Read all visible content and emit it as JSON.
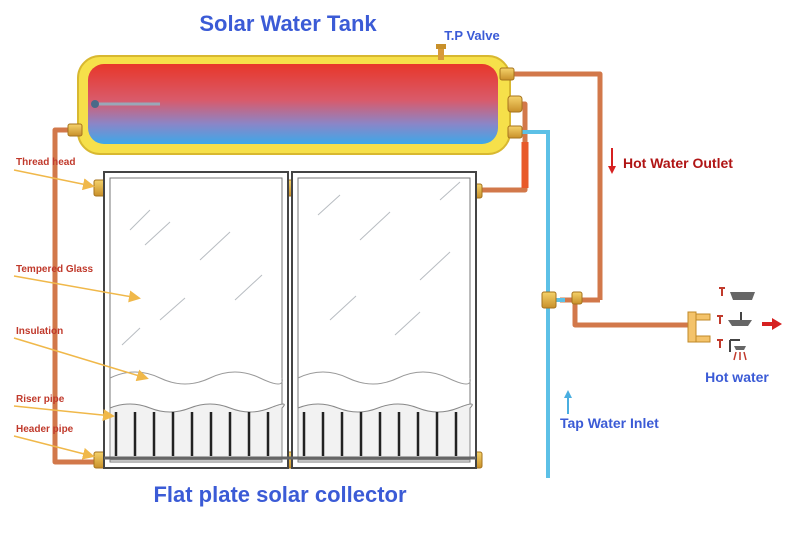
{
  "title": "Solar Water Tank",
  "valve_label": "T.P Valve",
  "hot_outlet_label": "Hot Water Outlet",
  "tap_inlet_label": "Tap Water Inlet",
  "hot_water_label": "Hot water",
  "collector_caption": "Flat plate solar collector",
  "part_labels": {
    "thread_head": "Thread head",
    "tempered_glass": "Tempered Glass",
    "insulation": "Insulation",
    "riser_pipe": "Riser pipe",
    "header_pipe": "Header pipe"
  },
  "colors": {
    "tank_hot": "#e8362a",
    "tank_cold": "#3da8e8",
    "tank_shell": "#f6e04a",
    "copper_pipe": "#d2784a",
    "cold_pipe": "#5cc0e6",
    "label_text": "#3b5bd6",
    "outlet_arrow": "#d62020"
  }
}
